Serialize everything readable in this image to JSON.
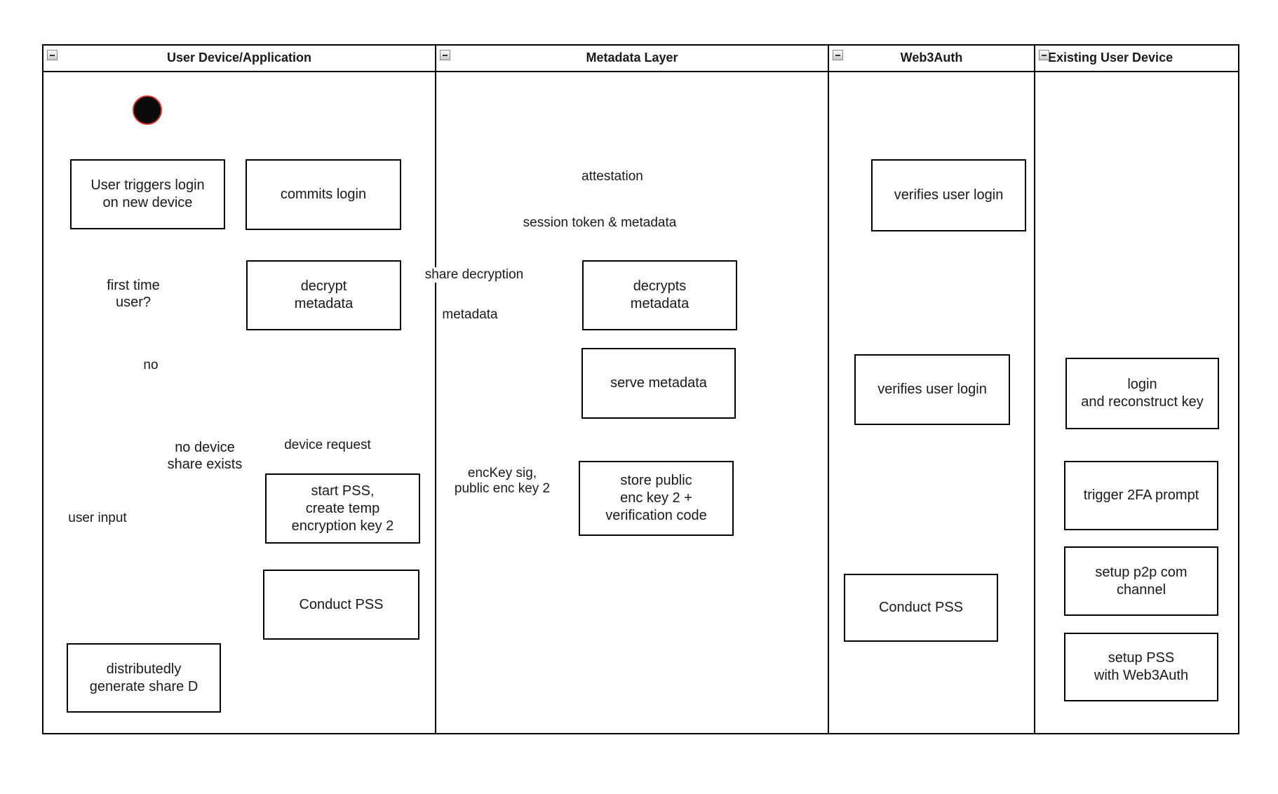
{
  "diagram": {
    "title": "Web3Auth device-share login flow (swimlane activity diagram)",
    "colors": {
      "edge": "#B85450",
      "accent_red": "#E8392B",
      "decision_fill": "#FCFCC8",
      "node_border": "#000000"
    },
    "lanes": [
      {
        "title": "User Device/Application"
      },
      {
        "title": "Metadata Layer"
      },
      {
        "title": "Web3Auth"
      },
      {
        "title": "Existing User Device"
      }
    ],
    "nodes": {
      "user_triggers": {
        "label": "User triggers login\non new device"
      },
      "commits_login": {
        "label": "commits login"
      },
      "decrypt_metadata": {
        "label": "decrypt\nmetadata"
      },
      "first_time": {
        "label": "first time\nuser?"
      },
      "no_device": {
        "label": "no device\nshare exists"
      },
      "start_pss": {
        "label": "start PSS,\ncreate temp\nencryption key 2"
      },
      "conduct_pss_1": {
        "label": "Conduct PSS"
      },
      "distributedly": {
        "label": "distributedly\ngenerate share D"
      },
      "decrypts_metadata": {
        "label": "decrypts\nmetadata"
      },
      "serve_metadata": {
        "label": "serve metadata"
      },
      "store_public": {
        "label": "store public\nenc key 2 +\nverification code"
      },
      "verifies_login_1": {
        "label": "verifies user login"
      },
      "verifies_login_2": {
        "label": "verifies user login"
      },
      "conduct_pss_3": {
        "label": "Conduct PSS"
      },
      "login_reconstruct": {
        "label": "login\nand reconstruct key"
      },
      "trigger_2fa": {
        "label": "trigger 2FA prompt"
      },
      "setup_p2p": {
        "label": "setup p2p com\nchannel"
      },
      "setup_pss": {
        "label": "setup PSS\nwith Web3Auth"
      }
    },
    "edge_labels": {
      "attestation": "attestation",
      "session_token": "session token & metadata",
      "share_decrypt": "share decryption",
      "metadata": "metadata",
      "no": "no",
      "device_request": "device request",
      "user_input": "user input",
      "enckey": "encKey sig,\npublic enc key 2"
    }
  }
}
